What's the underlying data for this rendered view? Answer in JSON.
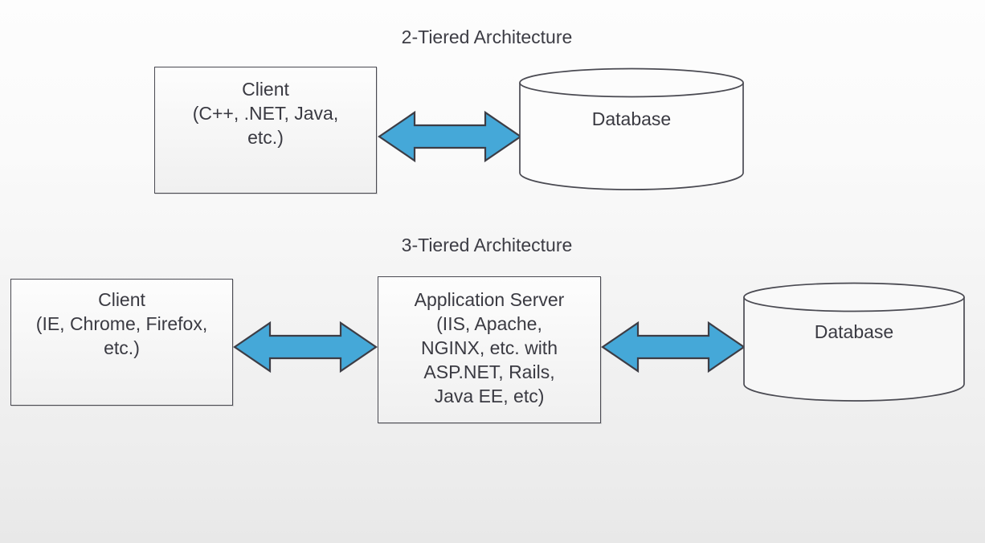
{
  "diagram": {
    "background_top_color": "#fdfdfd",
    "background_bottom_color": "#e8e8e8",
    "arrow_fill_color": "#45a8d8",
    "arrow_stroke_color": "#3d3d45",
    "shape_stroke_color": "#4a4a52",
    "text_color": "#3a3a42"
  },
  "sections": [
    {
      "title": "2-Tiered Architecture",
      "nodes": {
        "client": {
          "label": "Client\n(C++, .NET, Java,\netc.)",
          "line1": "Client",
          "line2": "(C++, .NET, Java,",
          "line3": "etc.)"
        },
        "database": {
          "label": "Database"
        }
      },
      "connector": {
        "label": "bidirectional-connection"
      }
    },
    {
      "title": "3-Tiered Architecture",
      "nodes": {
        "client": {
          "label": "Client\n(IE, Chrome, Firefox,\netc.)",
          "line1": "Client",
          "line2": "(IE, Chrome, Firefox,",
          "line3": "etc.)"
        },
        "app_server": {
          "label": "Application Server\n(IIS, Apache,\nNGINX, etc. with\nASP.NET, Rails,\nJava EE, etc)",
          "line1": "Application Server",
          "line2": "(IIS, Apache,",
          "line3": "NGINX, etc. with",
          "line4": "ASP.NET, Rails,",
          "line5": "Java EE, etc)"
        },
        "database": {
          "label": "Database"
        }
      },
      "connector_left": {
        "label": "bidirectional-connection"
      },
      "connector_right": {
        "label": "bidirectional-connection"
      }
    }
  ]
}
